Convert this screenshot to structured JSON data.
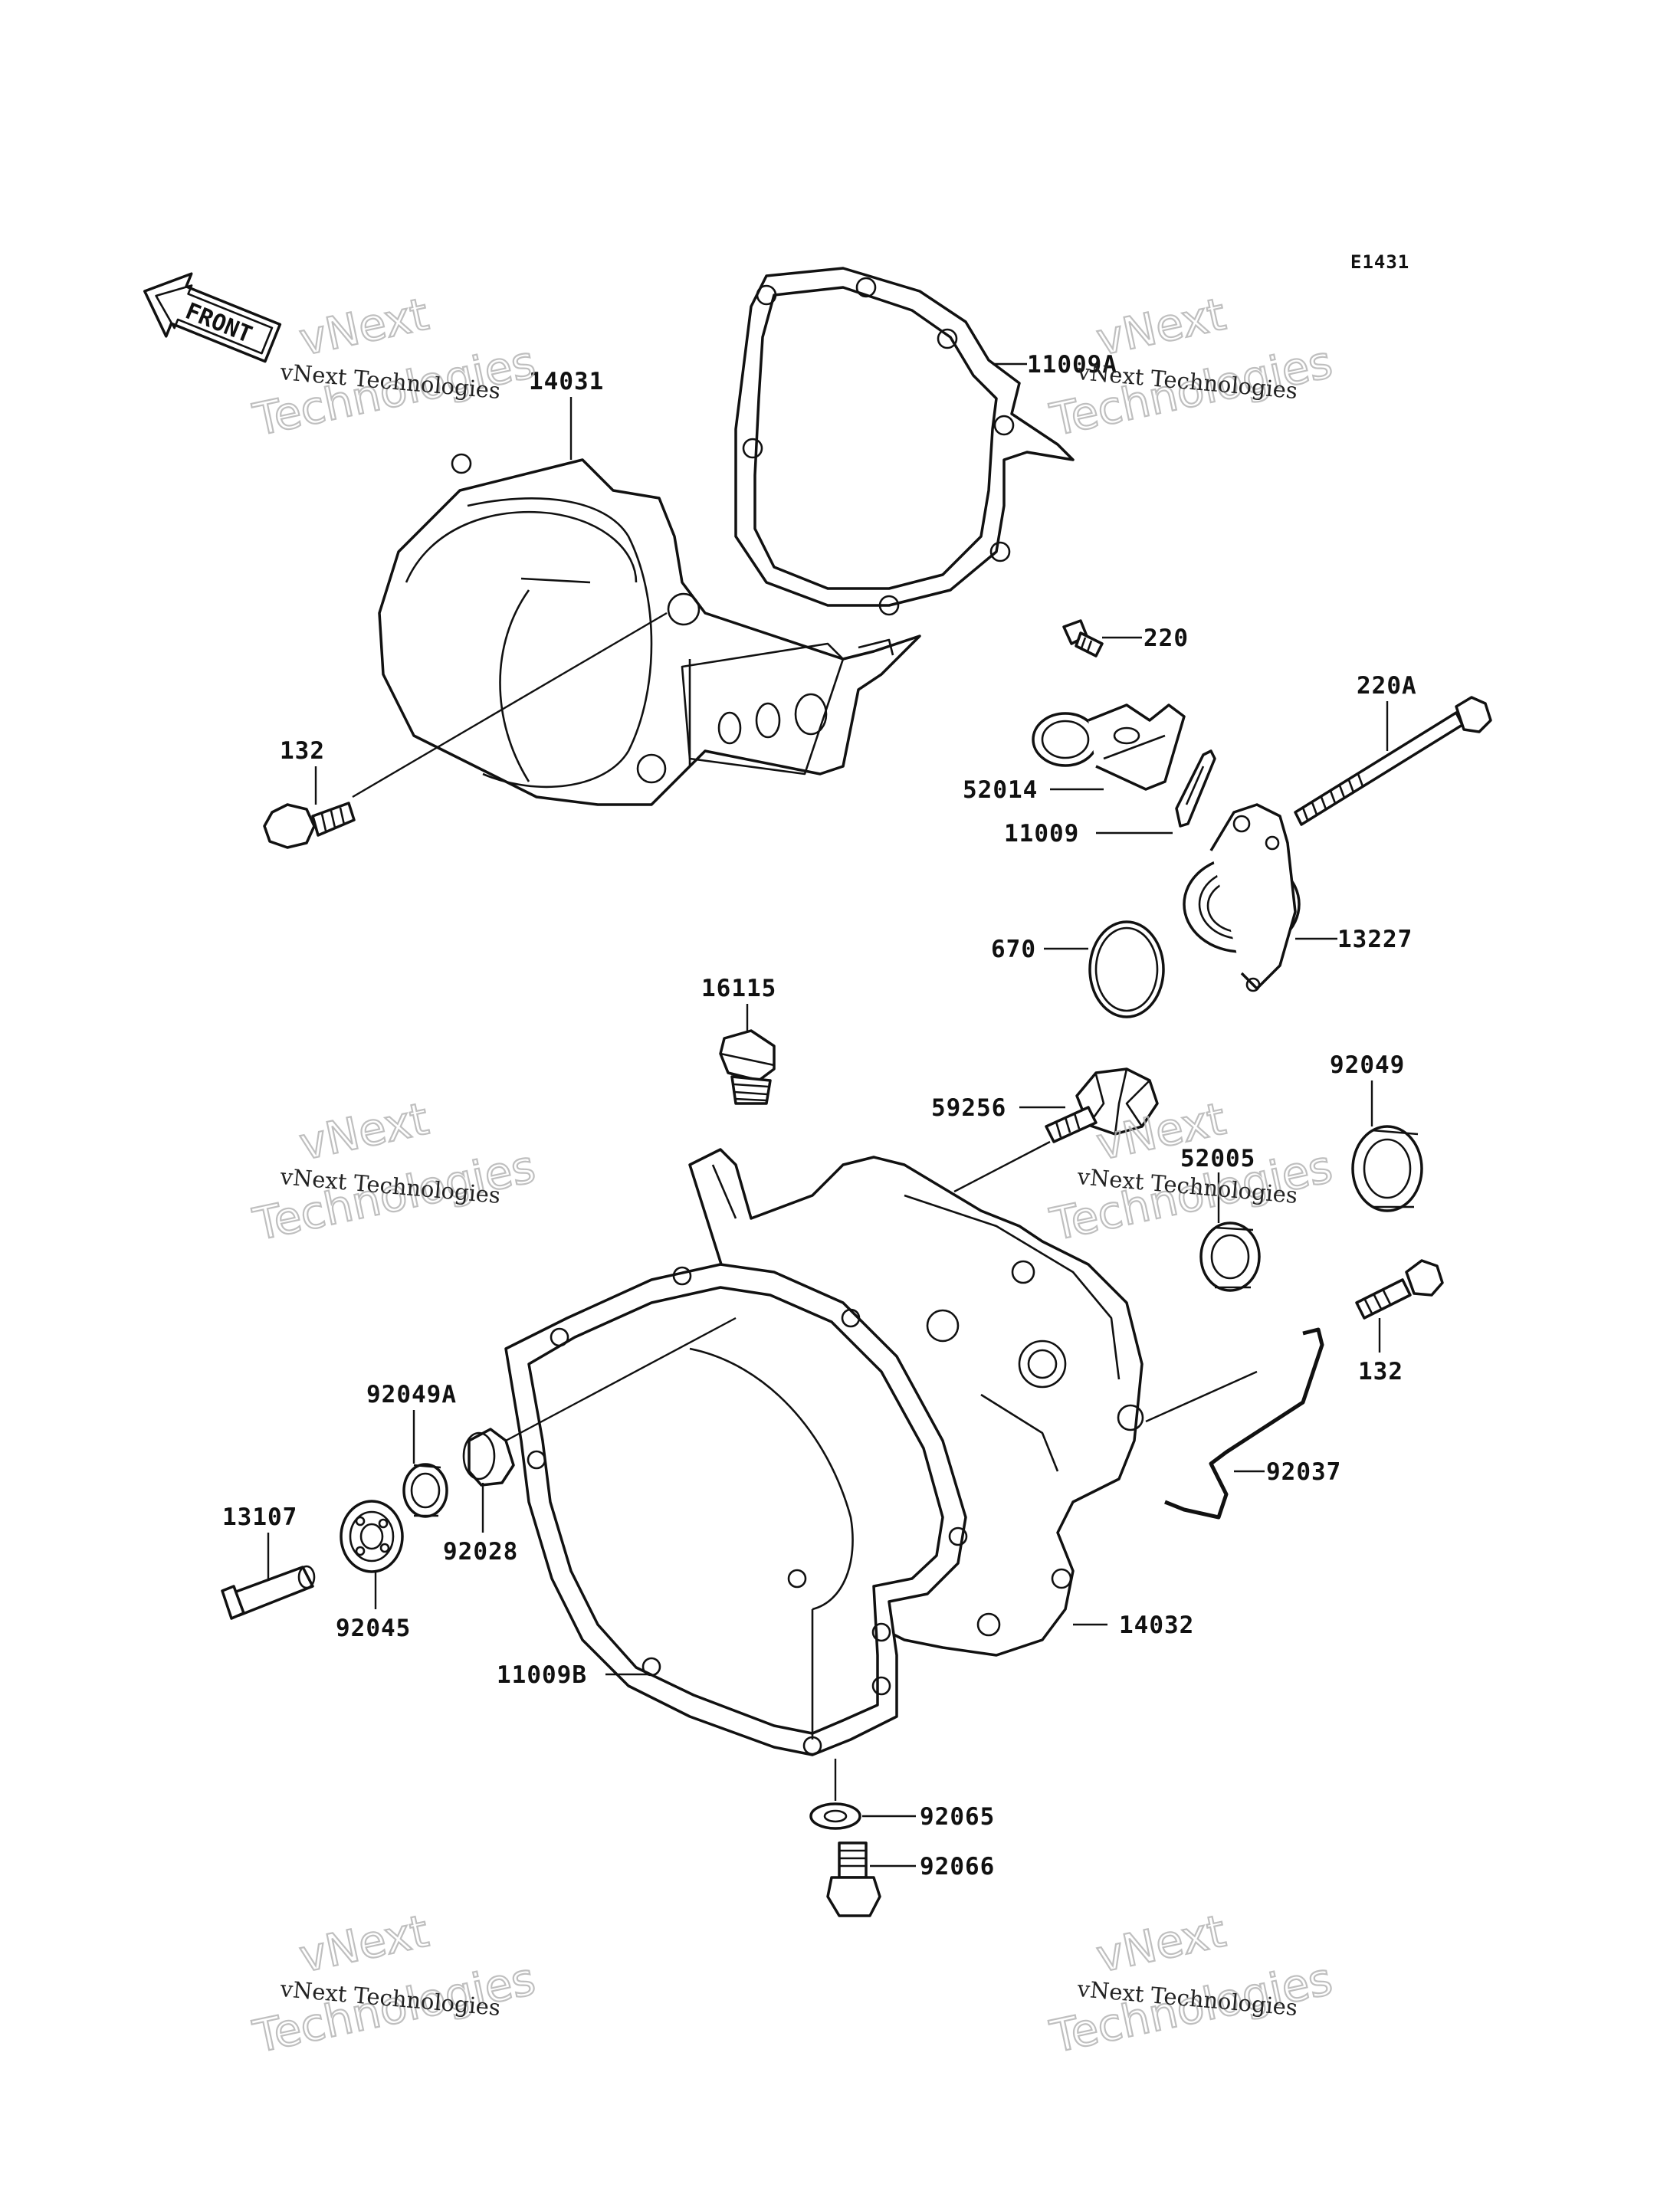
{
  "diagram_code": "E1431",
  "front_label": "FRONT",
  "watermark": {
    "line1": "vNext",
    "line2": "vNext Technologies",
    "line3": "Technologies"
  },
  "parts": {
    "p14031": "14031",
    "p11009A": "11009A",
    "p132_top": "132",
    "p220": "220",
    "p220A": "220A",
    "p52014": "52014",
    "p11009": "11009",
    "p670": "670",
    "p13227": "13227",
    "p16115": "16115",
    "p59256": "59256",
    "p92049": "92049",
    "p52005": "52005",
    "p132_right": "132",
    "p92049A": "92049A",
    "p92028": "92028",
    "p13107": "13107",
    "p92045": "92045",
    "p92037": "92037",
    "p14032": "14032",
    "p11009B": "11009B",
    "p92065": "92065",
    "p92066": "92066"
  }
}
